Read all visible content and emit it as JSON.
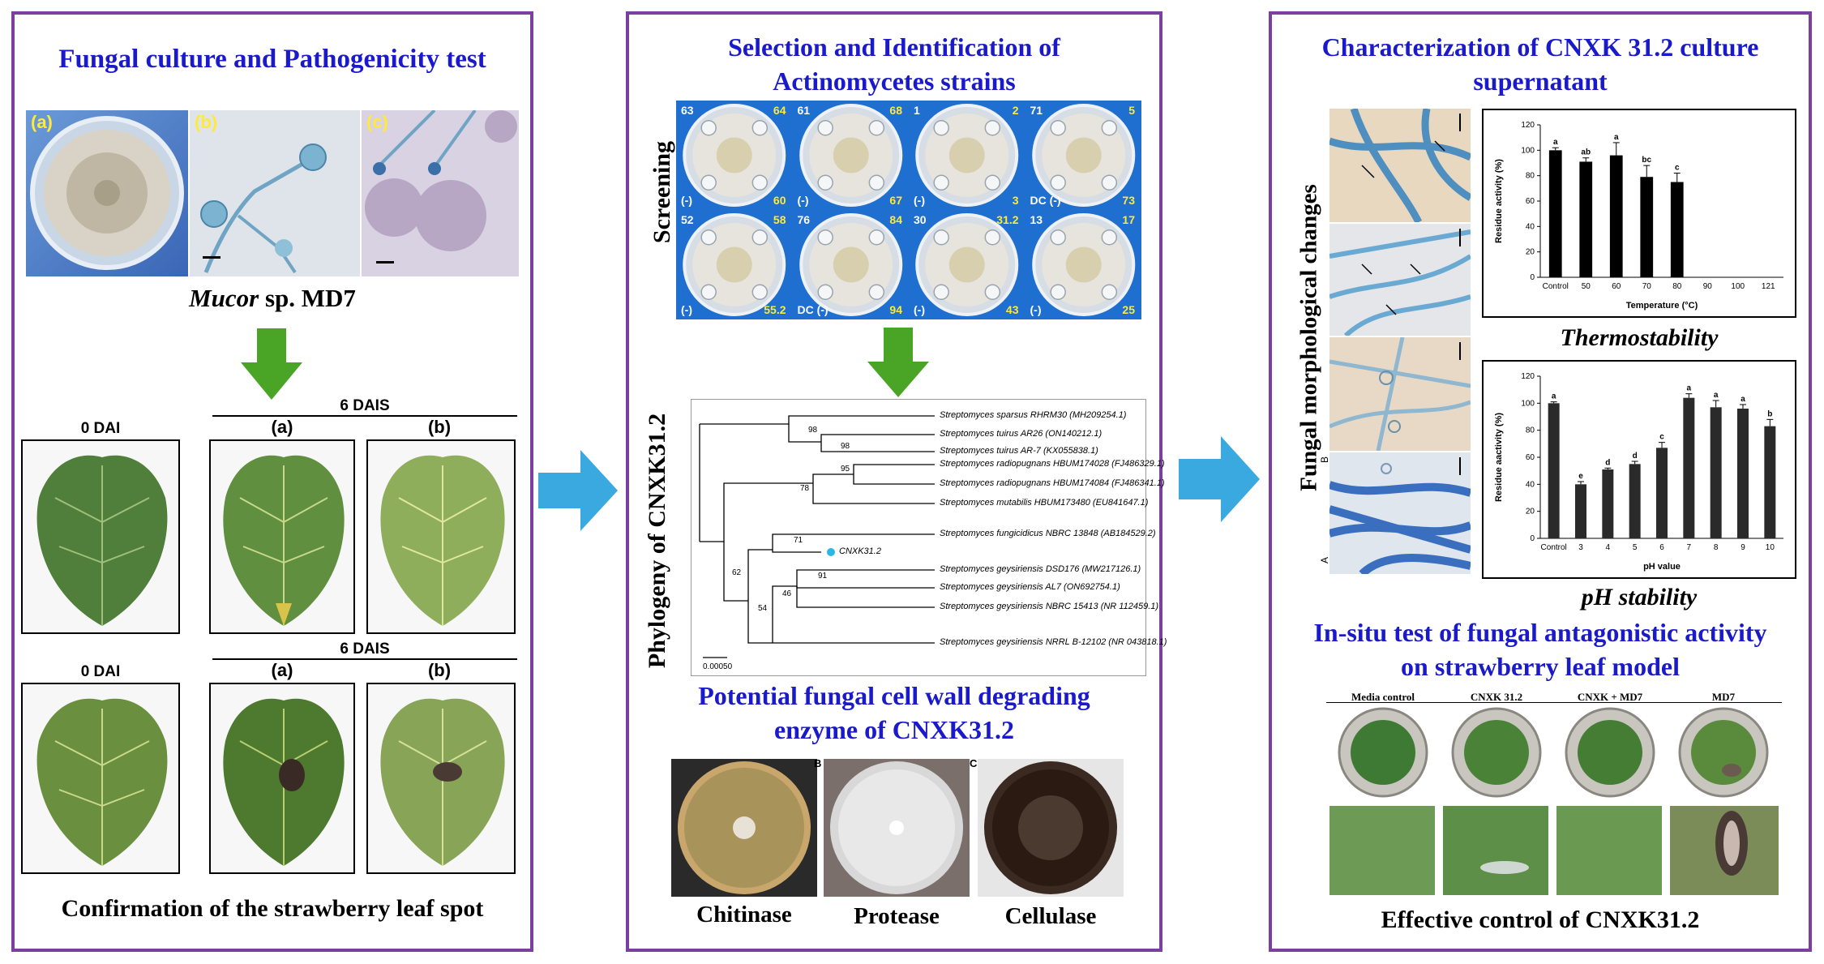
{
  "panel1": {
    "title": "Fungal culture and Pathogenicity test",
    "photo_labels": [
      "(a)",
      "(b)",
      "(c)"
    ],
    "species_italic": "Mucor",
    "species_rest": " sp. MD7",
    "dai_label_1": "0 DAI",
    "dais_label_1": "6 DAIS",
    "col_a_1": "(a)",
    "col_b_1": "(b)",
    "dai_label_2": "0 DAI",
    "dais_label_2": "6 DAIS",
    "col_a_2": "(a)",
    "col_b_2": "(b)",
    "caption": "Confirmation of the strawberry leaf spot"
  },
  "panel2": {
    "title_line1": "Selection and Identification of",
    "title_line2": "Actinomycetes strains",
    "screening_label": "Screening",
    "phylogeny_label": "Phylogeny of CNXK31.2",
    "plates": [
      {
        "tl": "63",
        "tr": "64",
        "bl": "(-)",
        "br": "60"
      },
      {
        "tl": "61",
        "tr": "68",
        "bl": "(-)",
        "br": "67"
      },
      {
        "tl": "1",
        "tr": "2",
        "bl": "(-)",
        "br": "3"
      },
      {
        "tl": "71",
        "tr": "5",
        "bl": "DC (-)",
        "br": "73"
      },
      {
        "tl": "52",
        "tr": "58",
        "bl": "(-)",
        "br": "55.2"
      },
      {
        "tl": "76",
        "tr": "84",
        "bl": "DC (-)",
        "br": "94"
      },
      {
        "tl": "30",
        "tr": "31.2",
        "bl": "(-)",
        "br": "43"
      },
      {
        "tl": "13",
        "tr": "17",
        "bl": "(-)",
        "br": "25"
      }
    ],
    "tree_taxa": [
      "Streptomyces sparsus RHRM30 (MH209254.1)",
      "Streptomyces tuirus AR26 (ON140212.1)",
      "Streptomyces tuirus AR-7 (KX055838.1)",
      "Streptomyces radiopugnans HBUM174028 (FJ486329.1)",
      "Streptomyces radiopugnans HBUM174084 (FJ486341.1)",
      "Streptomyces mutabilis HBUM173480 (EU841647.1)",
      "Streptomyces fungicidicus NBRC 13848 (AB184529.2)",
      "CNXK31.2",
      "Streptomyces geysiriensis DSD176 (MW217126.1)",
      "Streptomyces geysiriensis AL7 (ON692754.1)",
      "Streptomyces geysiriensis NBRC 15413 (NR 112459.1)",
      "Streptomyces geysiriensis NRRL B-12102 (NR 043818.1)"
    ],
    "bootstraps": [
      "98",
      "98",
      "95",
      "78",
      "71",
      "62",
      "91",
      "46",
      "54"
    ],
    "scale": "0.00050",
    "enzyme_title_line1": "Potential fungal cell wall degrading",
    "enzyme_title_line2": "enzyme of CNXK31.2",
    "enzyme_panel_letters": [
      "B",
      "C"
    ],
    "enzymes": [
      "Chitinase",
      "Protease",
      "Cellulase"
    ]
  },
  "panel3": {
    "title_line1": "Characterization of CNXK 31.2 culture",
    "title_line2": "supernatant",
    "morph_label": "Fungal morphological changes",
    "morph_side_letters": [
      "B",
      "A"
    ],
    "thermo_caption": "Thermostability",
    "ph_caption": "pH stability",
    "insitu_title_line1": "In-situ test of fungal antagonistic activity",
    "insitu_title_line2": "on strawberry leaf model",
    "insitu_cols": [
      "Media control",
      "CNXK 31.2",
      "CNXK + MD7",
      "MD7"
    ],
    "caption": "Effective control of CNXK31.2"
  },
  "chart_data": [
    {
      "type": "bar",
      "title": "",
      "xlabel": "Temperature (°C)",
      "ylabel": "Residue activity (%)",
      "ylim": [
        0,
        120
      ],
      "yticks": [
        0,
        20,
        40,
        60,
        80,
        100,
        120
      ],
      "categories": [
        "Control",
        "50",
        "60",
        "70",
        "80",
        "90",
        "100",
        "121"
      ],
      "values": [
        100,
        91,
        96,
        79,
        75,
        null,
        null,
        null
      ],
      "errors": [
        2,
        3,
        10,
        9,
        7,
        null,
        null,
        null
      ],
      "letters": [
        "a",
        "ab",
        "a",
        "bc",
        "c",
        "",
        "",
        ""
      ],
      "grid": false,
      "bar_color": "#000000"
    },
    {
      "type": "bar",
      "title": "",
      "xlabel": "pH value",
      "ylabel": "Residue aactivity (%)",
      "ylim": [
        0,
        120
      ],
      "yticks": [
        0,
        20,
        40,
        60,
        80,
        100,
        120
      ],
      "categories": [
        "Control",
        "3",
        "4",
        "5",
        "6",
        "7",
        "8",
        "9",
        "10"
      ],
      "values": [
        100,
        40,
        51,
        55,
        67,
        104,
        97,
        96,
        83
      ],
      "errors": [
        1,
        2,
        1,
        2,
        4,
        3,
        5,
        3,
        5
      ],
      "letters": [
        "a",
        "e",
        "d",
        "d",
        "c",
        "a",
        "a",
        "a",
        "b"
      ],
      "grid": false,
      "bar_color": "#2a2a2a"
    }
  ],
  "colors": {
    "panel_border": "#7b3fa0",
    "title_blue": "#1a1acc",
    "arrow_green": "#4aa526",
    "arrow_blue": "#3aa9e0"
  }
}
